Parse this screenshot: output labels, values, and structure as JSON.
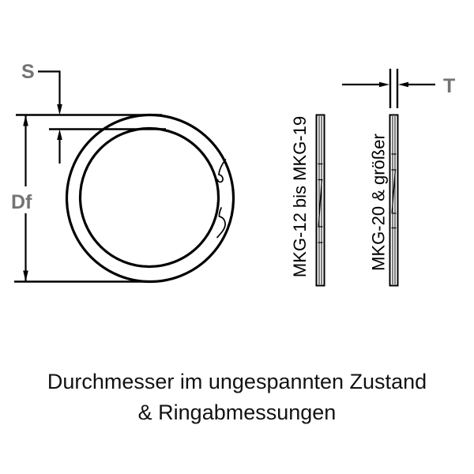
{
  "diagram": {
    "dimension_labels": {
      "s": "S",
      "df": "Df",
      "t": "T"
    },
    "side_views": [
      {
        "label": "MKG-12 bis MKG-19"
      },
      {
        "label": "MKG-20 & größer"
      }
    ],
    "caption": {
      "line1": "Durchmesser im ungespannten Zustand",
      "line2": "& Ringabmessungen"
    },
    "colors": {
      "line": "#000000",
      "dimension_label": "#737373",
      "background": "#ffffff"
    }
  }
}
